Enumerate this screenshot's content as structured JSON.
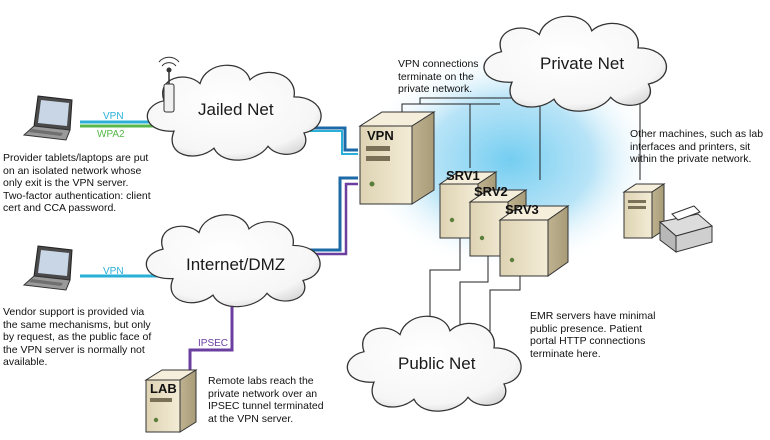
{
  "clouds": {
    "jailed": "Jailed Net",
    "internet": "Internet/DMZ",
    "private": "Private Net",
    "public": "Public Net"
  },
  "servers": {
    "vpn": "VPN",
    "srv1": "SRV1",
    "srv2": "SRV2",
    "srv3": "SRV3",
    "lab": "LAB"
  },
  "links": {
    "vpn_top": "VPN",
    "wpa2": "WPA2",
    "vpn_bottom": "VPN",
    "ipsec": "IPSEC"
  },
  "notes": {
    "vpn_terminate": [
      "VPN connections",
      "terminate on the",
      "private network."
    ],
    "other_machines": [
      "Other machines, such as lab",
      "interfaces and printers, sit",
      "within the private network."
    ],
    "provider": [
      "Provider tablets/laptops are put",
      "on an isolated network whose",
      "only exit is the VPN server.",
      "Two-factor authentication: client",
      "cert and CCA password."
    ],
    "vendor": [
      "Vendor support is provided via",
      "the same mechanisms, but only",
      "by request, as the public face of",
      "the VPN server is normally not",
      "available."
    ],
    "emr": [
      "EMR servers have minimal",
      "public presence.  Patient",
      "portal HTTP connections",
      "terminate here."
    ],
    "remote_labs": [
      "Remote labs reach the",
      "private network over an",
      "IPSEC tunnel terminated",
      "at the VPN server."
    ]
  },
  "colors": {
    "vpn_link": "#2ab0d8",
    "wpa2_link": "#56b848",
    "ipsec_link": "#6b3fa0",
    "halo": "#9fdaf4",
    "server_body": "#e9dfc2",
    "cloud_fill": "#ffffff"
  }
}
